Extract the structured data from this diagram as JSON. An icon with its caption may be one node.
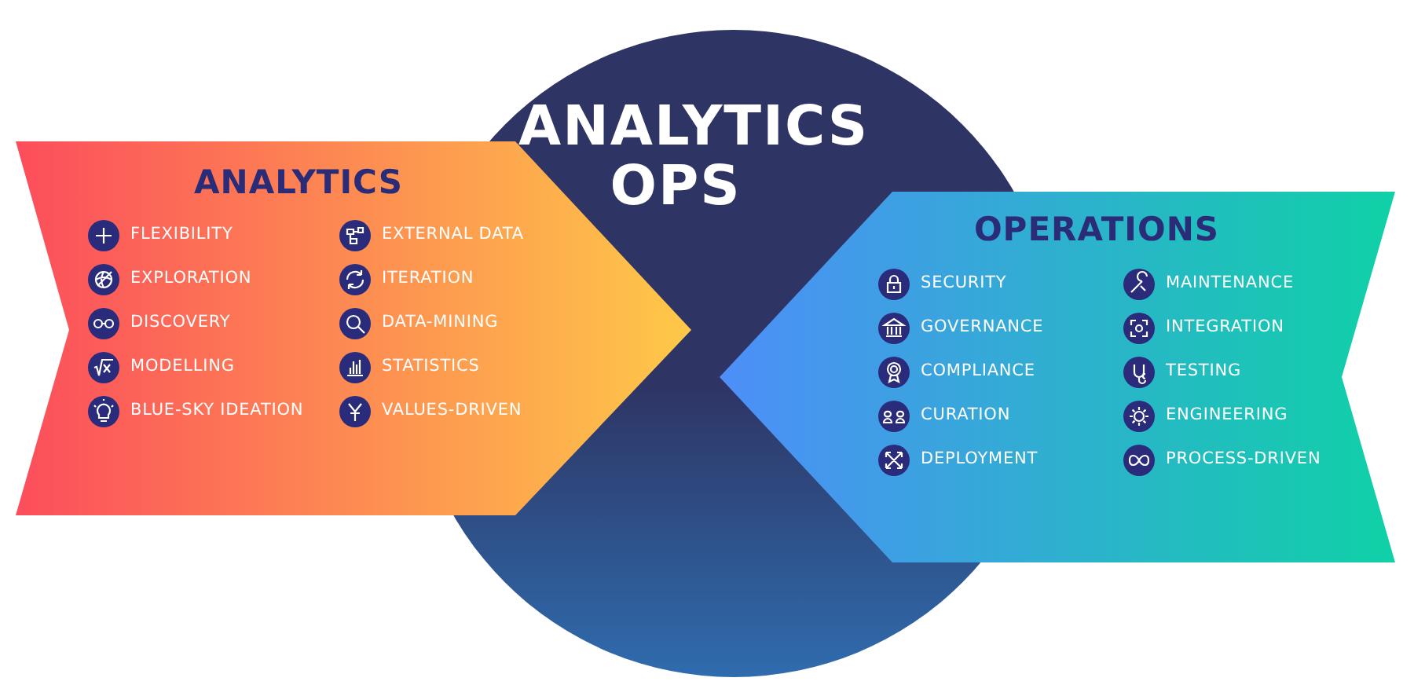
{
  "diagram": {
    "nodes": [
      {
        "text": [
          "ANALYTICS OPS"
        ]
      },
      {
        "text": [
          "ANALYTICS",
          "FLEXIBILITY",
          "EXPLORATION",
          "DISCOVERY",
          "MODELLING",
          "BLUE-SKY IDEATION",
          "EXTERNAL DATA",
          "ITERATION",
          "DATA-MINING",
          "STATISTICS",
          "VALUES-DRIVEN"
        ]
      },
      {
        "text": [
          "OPERATIONS",
          "SECURITY",
          "GOVERNANCE",
          "COMPLIANCE",
          "CURATION",
          "DEPLOYMENT",
          "MAINTENANCE",
          "INTEGRATION",
          "TESTING",
          "ENGINEERING",
          "PROCESS-DRIVEN"
        ]
      }
    ]
  }
}
